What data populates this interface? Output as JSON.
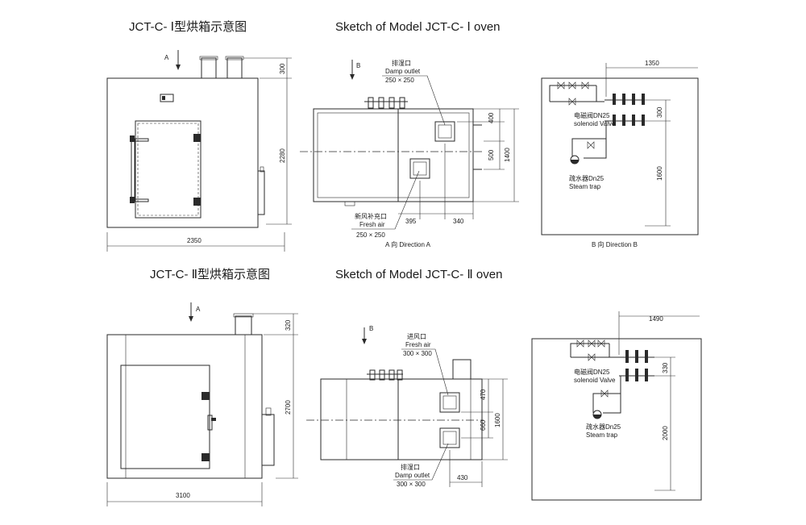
{
  "titles": {
    "model1_cn": "JCT-C- Ⅰ型烘箱示意图",
    "model1_en": "Sketch of Model JCT-C- Ⅰ oven",
    "model2_cn": "JCT-C- Ⅱ型烘箱示意图",
    "model2_en": "Sketch of Model JCT-C- Ⅱ oven"
  },
  "model1": {
    "front": {
      "arrow_label": "A",
      "dim_top": "300",
      "dim_height": "2280",
      "dim_width": "2350"
    },
    "top": {
      "arrow_label": "B",
      "damp_cn": "排湿口",
      "damp_en": "Damp outlet",
      "damp_size": "250 × 250",
      "fresh_cn": "新风补充口",
      "fresh_en": "Fresh air",
      "fresh_size": "250 × 250",
      "dim_400": "400",
      "dim_500": "500",
      "dim_1400": "1400",
      "dim_395": "395",
      "dim_340": "340",
      "caption": "A 向 Direction A"
    },
    "side": {
      "dim_1350": "1350",
      "dim_300": "300",
      "dim_1600": "1600",
      "valve_cn": "电磁阀DN25",
      "valve_en": "solenoid Valve",
      "trap_cn": "疏水器Dn25",
      "trap_en": "Steam trap",
      "caption": "B 向 Direction B"
    }
  },
  "model2": {
    "front": {
      "arrow_label": "A",
      "dim_top": "320",
      "dim_height": "2700",
      "dim_width": "3100"
    },
    "top": {
      "arrow_label": "B",
      "fresh_cn": "进风口",
      "fresh_en": "Fresh air",
      "fresh_size": "300 × 300",
      "damp_cn": "排湿口",
      "damp_en": "Damp outlet",
      "damp_size": "300 × 300",
      "dim_470": "470",
      "dim_660": "660",
      "dim_1600": "1600",
      "dim_430": "430"
    },
    "side": {
      "dim_1490": "1490",
      "dim_330": "330",
      "dim_2000": "2000",
      "valve_cn": "电磁阀DN25",
      "valve_en": "solenoid Valve",
      "trap_cn": "疏水器Dn25",
      "trap_en": "Steam trap"
    }
  }
}
